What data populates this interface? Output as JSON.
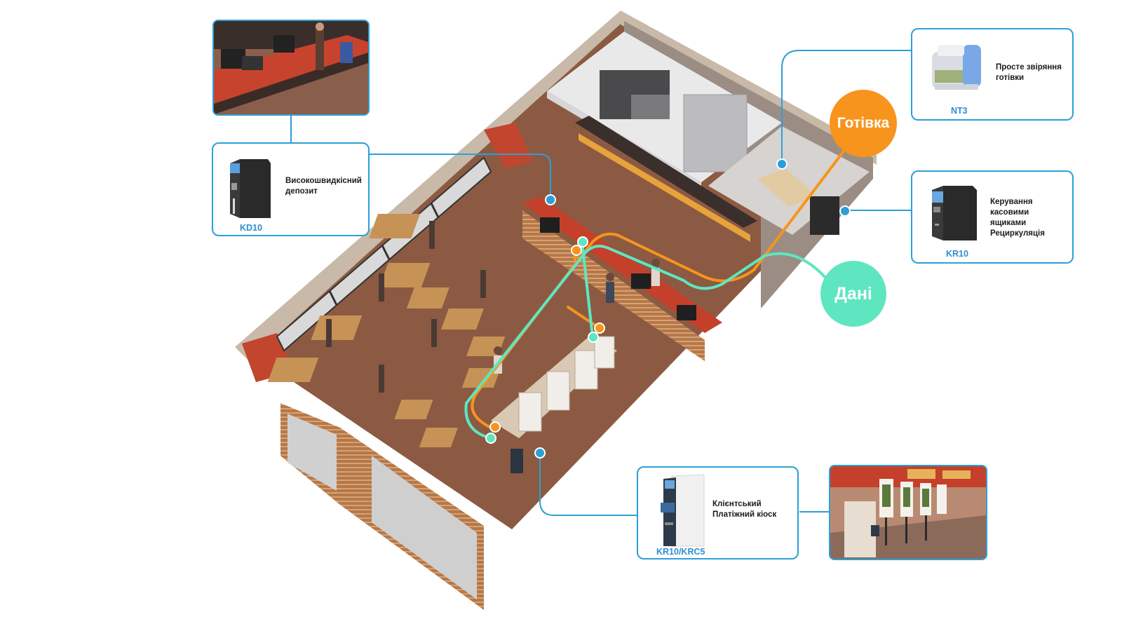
{
  "flows": {
    "cash_label": "Готівка",
    "data_label": "Дані",
    "cash_color": "#f7941d",
    "data_color": "#5ee6c0",
    "connector_color": "#2d9fd8"
  },
  "devices": {
    "kd10": {
      "model": "KD10",
      "description": "Високошвидкісний\nдепозит"
    },
    "nt3": {
      "model": "NT3",
      "description": "Просте звіряння\nготівки"
    },
    "kr10": {
      "model": "KR10",
      "description": "Керування касовими\nящиками\nРециркуляція"
    },
    "kiosk": {
      "model": "KR10/KRC5",
      "description": "Клієнтський\nПлатіжний кіоск"
    }
  },
  "photos": {
    "counter_photo": "cashier-counter-photo",
    "kiosk_photo": "self-service-kiosks-photo"
  }
}
